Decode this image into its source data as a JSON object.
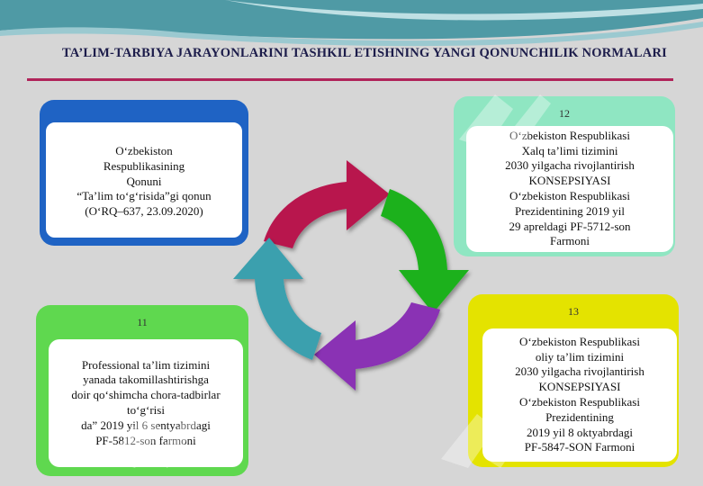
{
  "title": "TA’LIM-TARBIYA JARAYONLARINI TASHKIL ETISHNING  YANGI QONUNCHILIK NORMALARI",
  "box_1": {
    "lines": [
      "O‘zbekiston",
      "Respublikasining",
      "Qonuni",
      "“Ta’lim to‘g‘risida”gi qonun",
      "(O‘RQ–637, 23.09.2020)"
    ]
  },
  "box_12": {
    "number": "12",
    "lines": [
      "O‘zbekiston Respublikasi",
      "Xalq ta’limi tizimini",
      "2030 yilgacha rivojlantirish",
      "KONSEPSIYASI",
      "O‘zbekiston Respublikasi",
      "Prezidentining 2019 yil",
      "29 apreldagi PF-5712-son",
      "Farmoni"
    ]
  },
  "box_11": {
    "number": "11",
    "lines": [
      "Professional ta’lim tizimini",
      "yanada takomillashtirishga",
      "doir qo‘shimcha chora-tadbirlar",
      "to‘g‘risi",
      "da” 2019 yil 6 sentyabrdagi",
      "PF-5812-son farmoni"
    ]
  },
  "box_13": {
    "number": "13",
    "lines": [
      "O‘zbekiston Respublikasi",
      "oliy ta’lim tizimini",
      "2030 yilgacha rivojlantirish",
      "KONSEPSIYASI",
      "O‘zbekiston Respublikasi",
      "Prezidentining",
      "2019 yil 8 oktyabrdagi",
      "PF-5847-SON  Farmoni"
    ]
  },
  "colors": {
    "cycle_red": "#b8124e",
    "cycle_green": "#1cb11c",
    "cycle_purple": "#8a32b4",
    "cycle_teal": "#3aa0ae",
    "accent_rule": "#b0245a"
  }
}
